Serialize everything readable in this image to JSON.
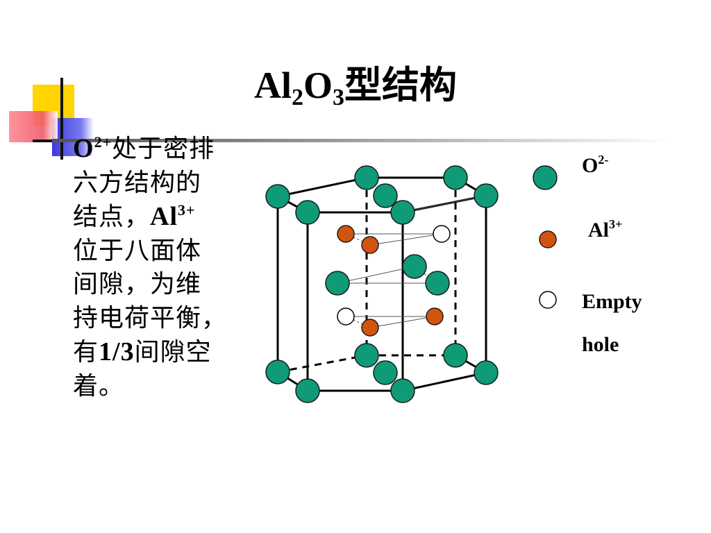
{
  "title": {
    "main": "Al",
    "sub1": "2",
    "mid": "O",
    "sub2": "3",
    "suffix": "型结构"
  },
  "description": {
    "line1_sym": "O",
    "line1_sup": "2+",
    "line1_rest": "处于密排",
    "line2": "六方结构的",
    "line3_pre": "结点，",
    "line3_sym": "Al",
    "line3_sup": "3+",
    "line4": "位于八面体",
    "line5": "间隙，为维",
    "line6": "持电荷平衡，",
    "line7_pre": "有",
    "line7_frac": "1/3",
    "line7_rest": "间隙空",
    "line8": "着。"
  },
  "legend": {
    "oxygen": {
      "sym": "O",
      "sup": "2-"
    },
    "aluminum": {
      "sym": "Al",
      "sup": "3+"
    },
    "empty_line1": "Empty",
    "empty_line2": "hole"
  },
  "colors": {
    "oxygen": "#0f9a78",
    "aluminum": "#d2550f",
    "empty": "#ffffff",
    "deco_yellow": "#ffd400",
    "deco_blue": "#3b3bd8",
    "deco_red": "#f05a6a"
  }
}
